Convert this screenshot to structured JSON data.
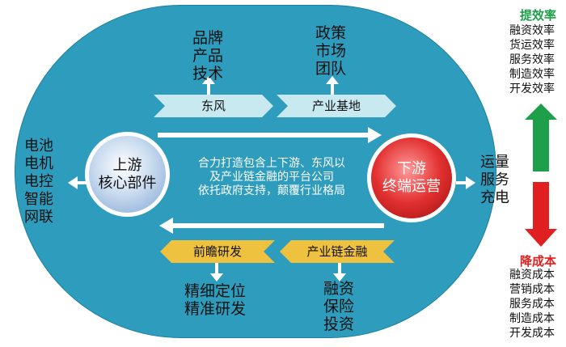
{
  "top_stack_left": [
    "品牌",
    "产品",
    "技术"
  ],
  "top_stack_right": [
    "政策",
    "市场",
    "团队"
  ],
  "top_chevrons": [
    "东风",
    "产业基地"
  ],
  "left_stack": [
    "电池",
    "电机",
    "电控",
    "智能",
    "网联"
  ],
  "right_stack": [
    "运量",
    "服务",
    "充电"
  ],
  "upstream_circle": [
    "上游",
    "核心部件"
  ],
  "downstream_circle": [
    "下游",
    "终端运营"
  ],
  "center_text": [
    "合力打造包含上下游、东风以",
    "及产业链金融的平台公司",
    "依托政府支持，颠覆行业格局"
  ],
  "bottom_chevrons": [
    "前瞻研发",
    "产业链金融"
  ],
  "bottom_stack_left": [
    "精细定位",
    "精准研发"
  ],
  "bottom_stack_right": [
    "融资",
    "保险",
    "投资"
  ],
  "efficiency": {
    "title": "提效率",
    "items": [
      "融资效率",
      "货运效率",
      "服务效率",
      "制造效率",
      "开发效率"
    ]
  },
  "cost": {
    "title": "降成本",
    "items": [
      "融资成本",
      "营销成本",
      "服务成本",
      "制造成本",
      "开发成本"
    ]
  },
  "colors": {
    "track": "#2e9cbc",
    "efficiency_green": "#1ea04a",
    "cost_red": "#e02020",
    "chevron_top": "#c7e9ef",
    "chevron_bottom": "#eec13f"
  }
}
